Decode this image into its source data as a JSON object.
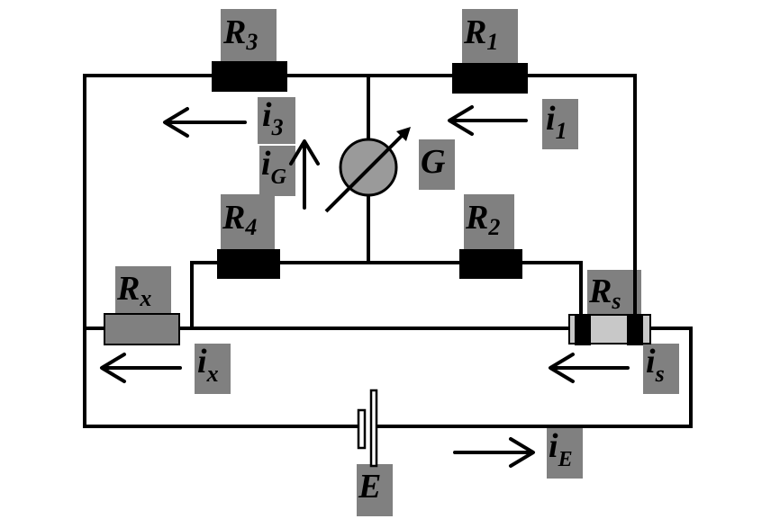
{
  "labels": {
    "R3": {
      "main": "R",
      "sub": "3"
    },
    "R1": {
      "main": "R",
      "sub": "1"
    },
    "R4": {
      "main": "R",
      "sub": "4"
    },
    "R2": {
      "main": "R",
      "sub": "2"
    },
    "Rx": {
      "main": "R",
      "sub": "x"
    },
    "Rs": {
      "main": "R",
      "sub": "s"
    },
    "i3": {
      "main": "i",
      "sub": "3"
    },
    "i1": {
      "main": "i",
      "sub": "1"
    },
    "iG": {
      "main": "i",
      "sub": "G"
    },
    "ix": {
      "main": "i",
      "sub": "x"
    },
    "is": {
      "main": "i",
      "sub": "s"
    },
    "iE": {
      "main": "i",
      "sub": "E"
    },
    "G": {
      "main": "G",
      "sub": ""
    },
    "E": {
      "main": "E",
      "sub": ""
    }
  },
  "colors": {
    "label_box": "#808080",
    "wire": "#000000",
    "resistor_block": "#000000",
    "rx_body": "#808080",
    "rs_body": "#c8c8c8",
    "galvanometer": "#9a9a9a"
  }
}
